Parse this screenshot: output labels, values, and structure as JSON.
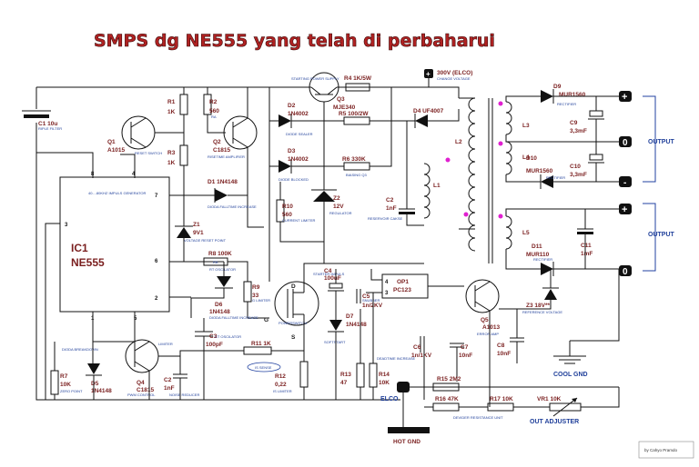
{
  "title": "SMPS dg NE555 yang telah di perbaharui",
  "credit": "by Cahyo Pramdo",
  "ic": {
    "ref": "IC1",
    "part": "NE555",
    "pins": [
      "8",
      "7",
      "6",
      "2",
      "3",
      "1",
      "5",
      "4"
    ],
    "inner_note": "40....80KHZ IMPULS GENERATOR"
  },
  "labels": {
    "c1": "C1 10u",
    "c1_sub": "RIPLE FILTER",
    "r1": "R1",
    "r1v": "1K",
    "r2": "R2",
    "r2v": "560",
    "r2_sub": "RA",
    "r3": "R3",
    "r3v": "1K",
    "q1": "Q1",
    "q1v": "A1015",
    "q1_sub": "RESET SWITCH",
    "q2": "Q2",
    "q2v": "C1815",
    "q2_sub": "RISETIME AMPLIFIER",
    "d1": "D1 1N4148",
    "d1_sub": "DIODA FALLTIME INCREASE",
    "z1": "Z1",
    "z1v": "9V1",
    "z1_sub": "VOLTAGE RESET POINT",
    "r8": "R8 100K",
    "r8_sub": "RT OSCILATOR",
    "r8_box": "RB",
    "r9": "R9",
    "r9v": "33",
    "r9_sub": "G LIMITER",
    "d6": "D6",
    "d6v": "1N4148",
    "d6_sub": "DIODA FALLTIME INCREASE",
    "c3": "C3",
    "c3v": "100pF",
    "c3_sub": "CT OSCILATOR",
    "q3_sub": "STARTING POWER SUPPLY",
    "q3": "Q3",
    "q3v": "MJE340",
    "r4": "R4 1K/5W",
    "d2": "D2",
    "d2v": "1N4002",
    "d2_sub": "DIODE SEALER",
    "r5": "R5 100/2W",
    "d3": "D3",
    "d3v": "1N4002",
    "d3_sub": "DIODE BLOCKED",
    "r6": "R6 330K",
    "r6_sub": "BIASING Q3",
    "r10": "R10",
    "r10v": "560",
    "r10_sub": "CURRENT LIMITER",
    "z2": "Z2",
    "z2v": "12V",
    "z2_sub": "REGULATOR",
    "hv": "300V (ELCO)",
    "hv_sub": "CHANGE VOLTAGE",
    "d4": "D4 UF4007",
    "c2": "C2",
    "c2v": "1nF",
    "c2_sub": "RESERVOIR CAKSE",
    "l1": "L1",
    "l2": "L2",
    "l3": "L3",
    "l4": "L4",
    "l5": "L5",
    "d9": "D9",
    "d9v": "MUR1560",
    "d9_sub": "RECTIFIER",
    "c9": "C9",
    "c9v": "3,3mF",
    "d10": "D10",
    "d10v": "MUR1560",
    "d10_sub": "RECTIFIER",
    "c10": "C10",
    "c10v": "3,3mF",
    "d11": "D11",
    "d11v": "MUR110",
    "d11_sub": "RECTIFIER",
    "c11": "C11",
    "c11v": "1mF",
    "output1": "OUTPUT",
    "output2": "OUTPUT",
    "c4": "C4",
    "c4v": "100uF",
    "c4_sub": "STARTER IMPULS",
    "c5": "C5",
    "c5v": "1n/2KV",
    "c5_sub": "SNUBBER",
    "q_mos": "POWERSWITCH",
    "mos_g": "G",
    "mos_d": "D",
    "mos_s": "S",
    "d7": "D7",
    "d7v": "1N4148",
    "d7_sub": "SOFTSTART",
    "op1": "OP1",
    "op1v": "PC123",
    "op1_p4": "4",
    "op1_p3": "3",
    "q5": "Q5",
    "q5v": "A1013",
    "q5_sub": "ERROR AMP",
    "z3": "Z3 18V**",
    "z3_sub": "REFERENCE VOLTAGE",
    "c6": "C6",
    "c6v": "1n/1KV",
    "c7": "C7",
    "c7v": "10nF",
    "c8": "C8",
    "c8v": "10nF",
    "cool_gnd": "COOL GND",
    "r7": "R7",
    "r7v": "10K",
    "r7_sub": "ZERO POINT",
    "d5": "D5",
    "d5v": "1N4148",
    "d5_sub": "DIODA BREAKDOWN",
    "q4": "Q4",
    "q4v": "C1815",
    "q4_sub": "PWM CONTROL",
    "q4_top": "LIMITER",
    "c2b": "C2",
    "c2bv": "1nF",
    "c2b_sub": "NOISE REDUCER",
    "r11": "R11 1K",
    "r11_sub": "IS SENSE",
    "r12": "R12",
    "r12v": "0,22",
    "r12_sub": "IS LIMITER",
    "r13": "R13",
    "r13v": "47",
    "r14": "R14",
    "r14v": "10K",
    "r14_sub": "DEADTIME INCREASE",
    "elco": "ELCO",
    "hot_gnd": "HOT GND",
    "r15": "R15 2M2",
    "r16": "R16 47K",
    "r17": "R17 10K",
    "div_sub": "DEVIDER RESISTANCE UNIT",
    "vr1": "VR1 10K",
    "adj": "OUT ADJUSTER",
    "plus1": "+",
    "zero1": "0",
    "minus1": "-",
    "plus2": "+",
    "zero2": "0",
    "plus_hv": "+"
  }
}
